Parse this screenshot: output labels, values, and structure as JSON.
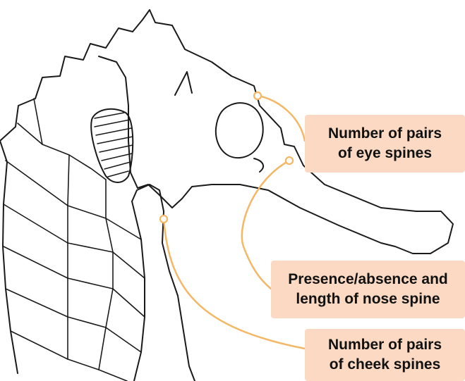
{
  "colors": {
    "outline": "#1a1a1a",
    "leader_line": "#f3b766",
    "label_background": "#fbd9c2",
    "label_text": "#111111"
  },
  "labels": {
    "eye_spines": {
      "line1": "Number of pairs",
      "line2": "of eye spines"
    },
    "nose_spine": {
      "line1": "Presence/absence and",
      "line2": "length of nose spine"
    },
    "cheek_spines": {
      "line1": "Number of pairs",
      "line2": "of cheek spines"
    }
  }
}
